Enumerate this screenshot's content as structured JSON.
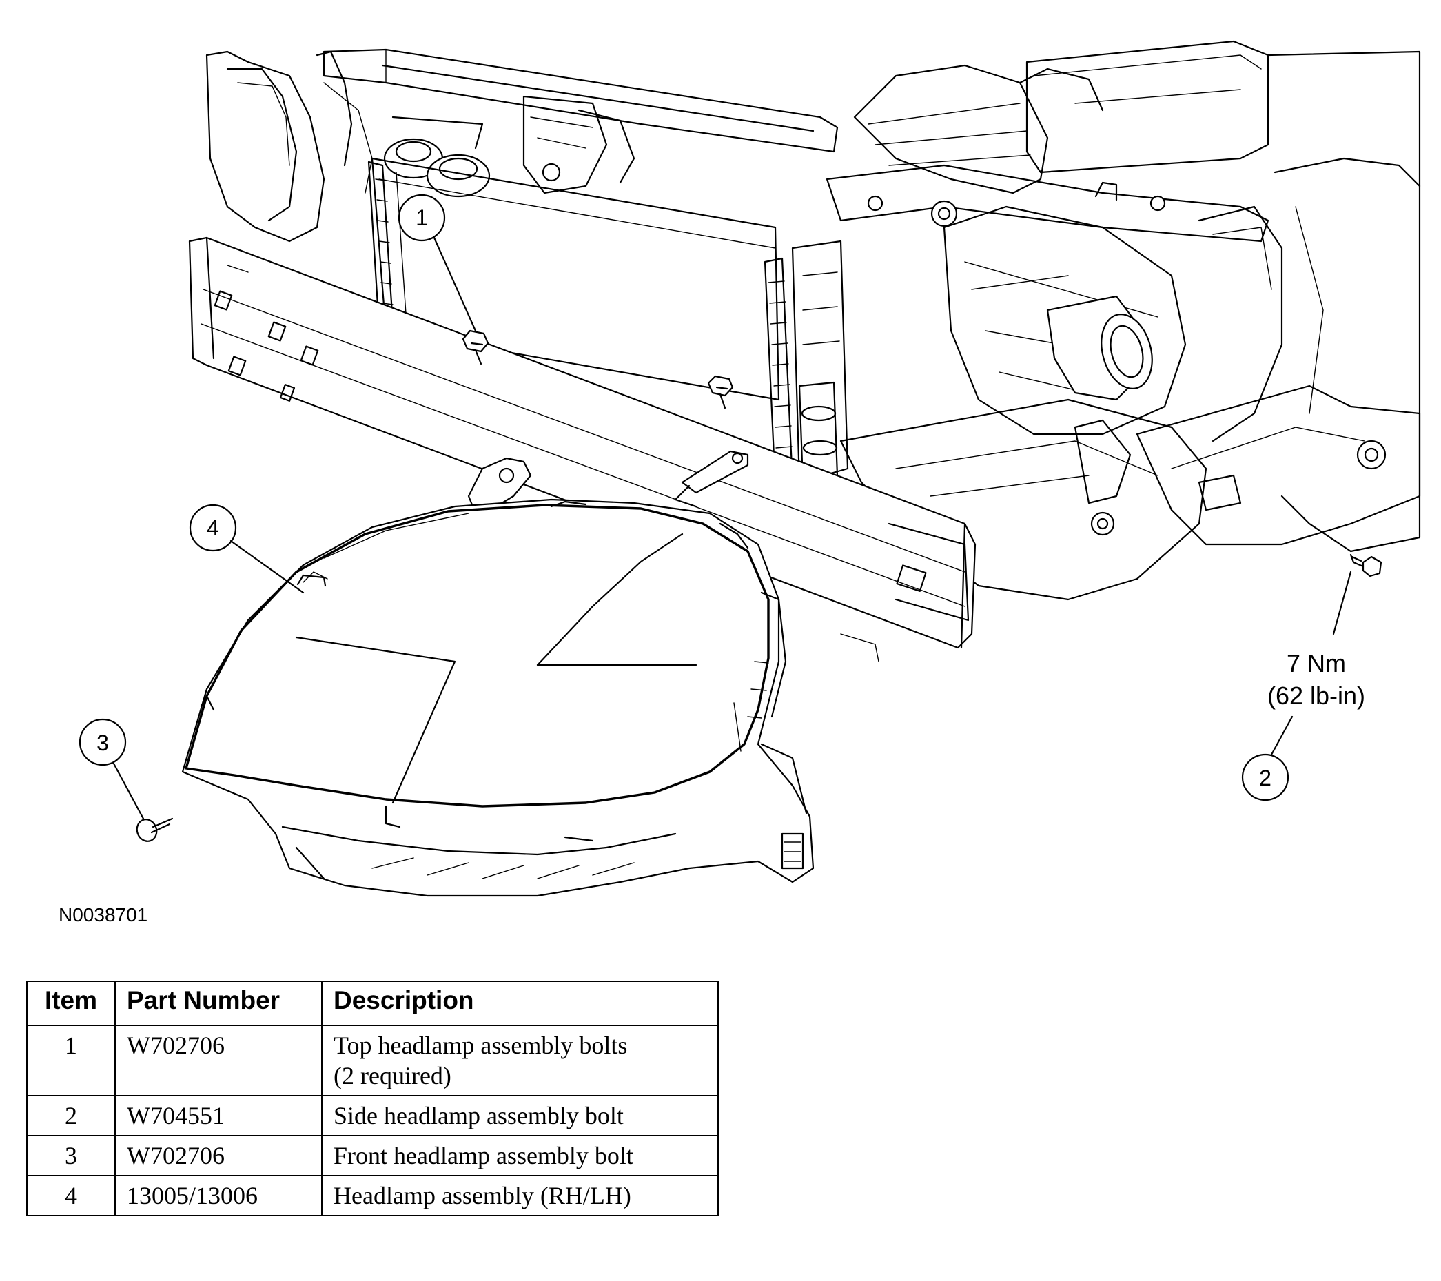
{
  "figure_id": "N0038701",
  "callouts": [
    {
      "number": "1"
    },
    {
      "number": "2"
    },
    {
      "number": "3"
    },
    {
      "number": "4"
    }
  ],
  "torque_spec": {
    "metric": "7 Nm",
    "imperial": "(62 lb-in)"
  },
  "table": {
    "headers": {
      "item": "Item",
      "part_number": "Part Number",
      "description": "Description"
    },
    "rows": [
      {
        "item": "1",
        "part_number": "W702706",
        "description_line1": "Top headlamp assembly bolts",
        "description_line2": "(2 required)"
      },
      {
        "item": "2",
        "part_number": "W704551",
        "description_line1": "Side headlamp assembly bolt",
        "description_line2": ""
      },
      {
        "item": "3",
        "part_number": "W702706",
        "description_line1": "Front headlamp assembly bolt",
        "description_line2": ""
      },
      {
        "item": "4",
        "part_number": "13005/13006",
        "description_line1": "Headlamp assembly (RH/LH)",
        "description_line2": ""
      }
    ]
  }
}
